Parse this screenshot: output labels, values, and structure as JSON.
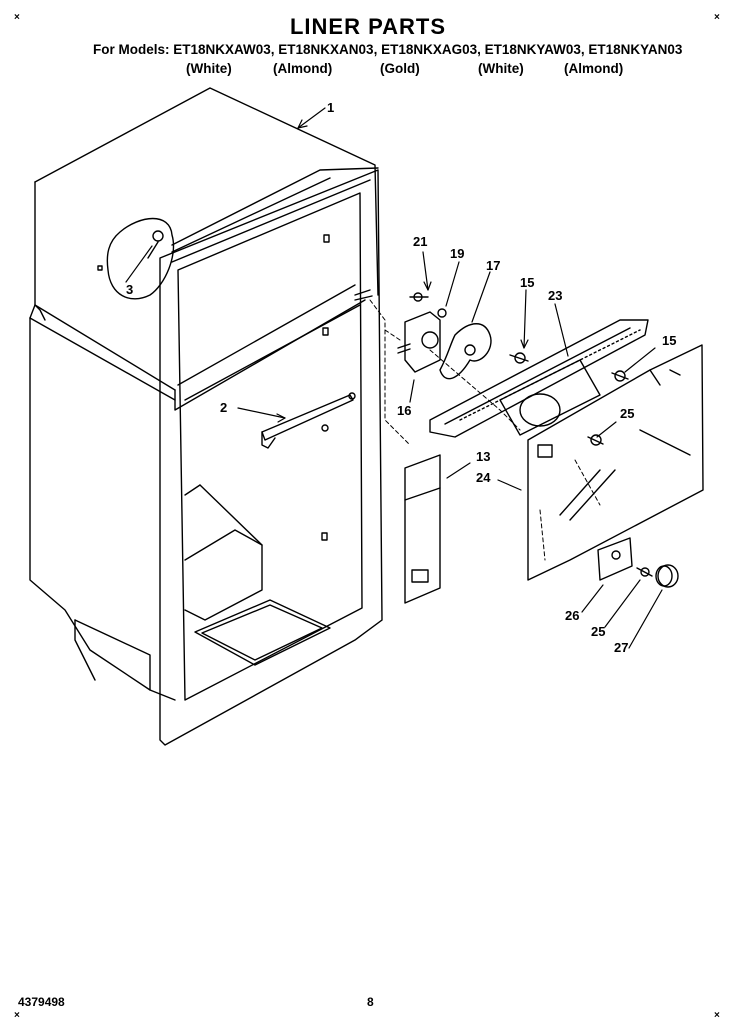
{
  "header": {
    "title": "LINER PARTS",
    "models_line": "For Models: ET18NKXAW03, ET18NKXAN03, ET18NKXAG03, ET18NKYAW03, ET18NKYAN03",
    "colors": [
      "(White)",
      "(Almond)",
      "(Gold)",
      "(White)",
      "(Almond)"
    ]
  },
  "callouts": [
    "1",
    "2",
    "3",
    "21",
    "19",
    "17",
    "15",
    "23",
    "15",
    "16",
    "25",
    "13",
    "24",
    "26",
    "25",
    "27"
  ],
  "footer": {
    "doc_number": "4379498",
    "page_number": "8"
  }
}
